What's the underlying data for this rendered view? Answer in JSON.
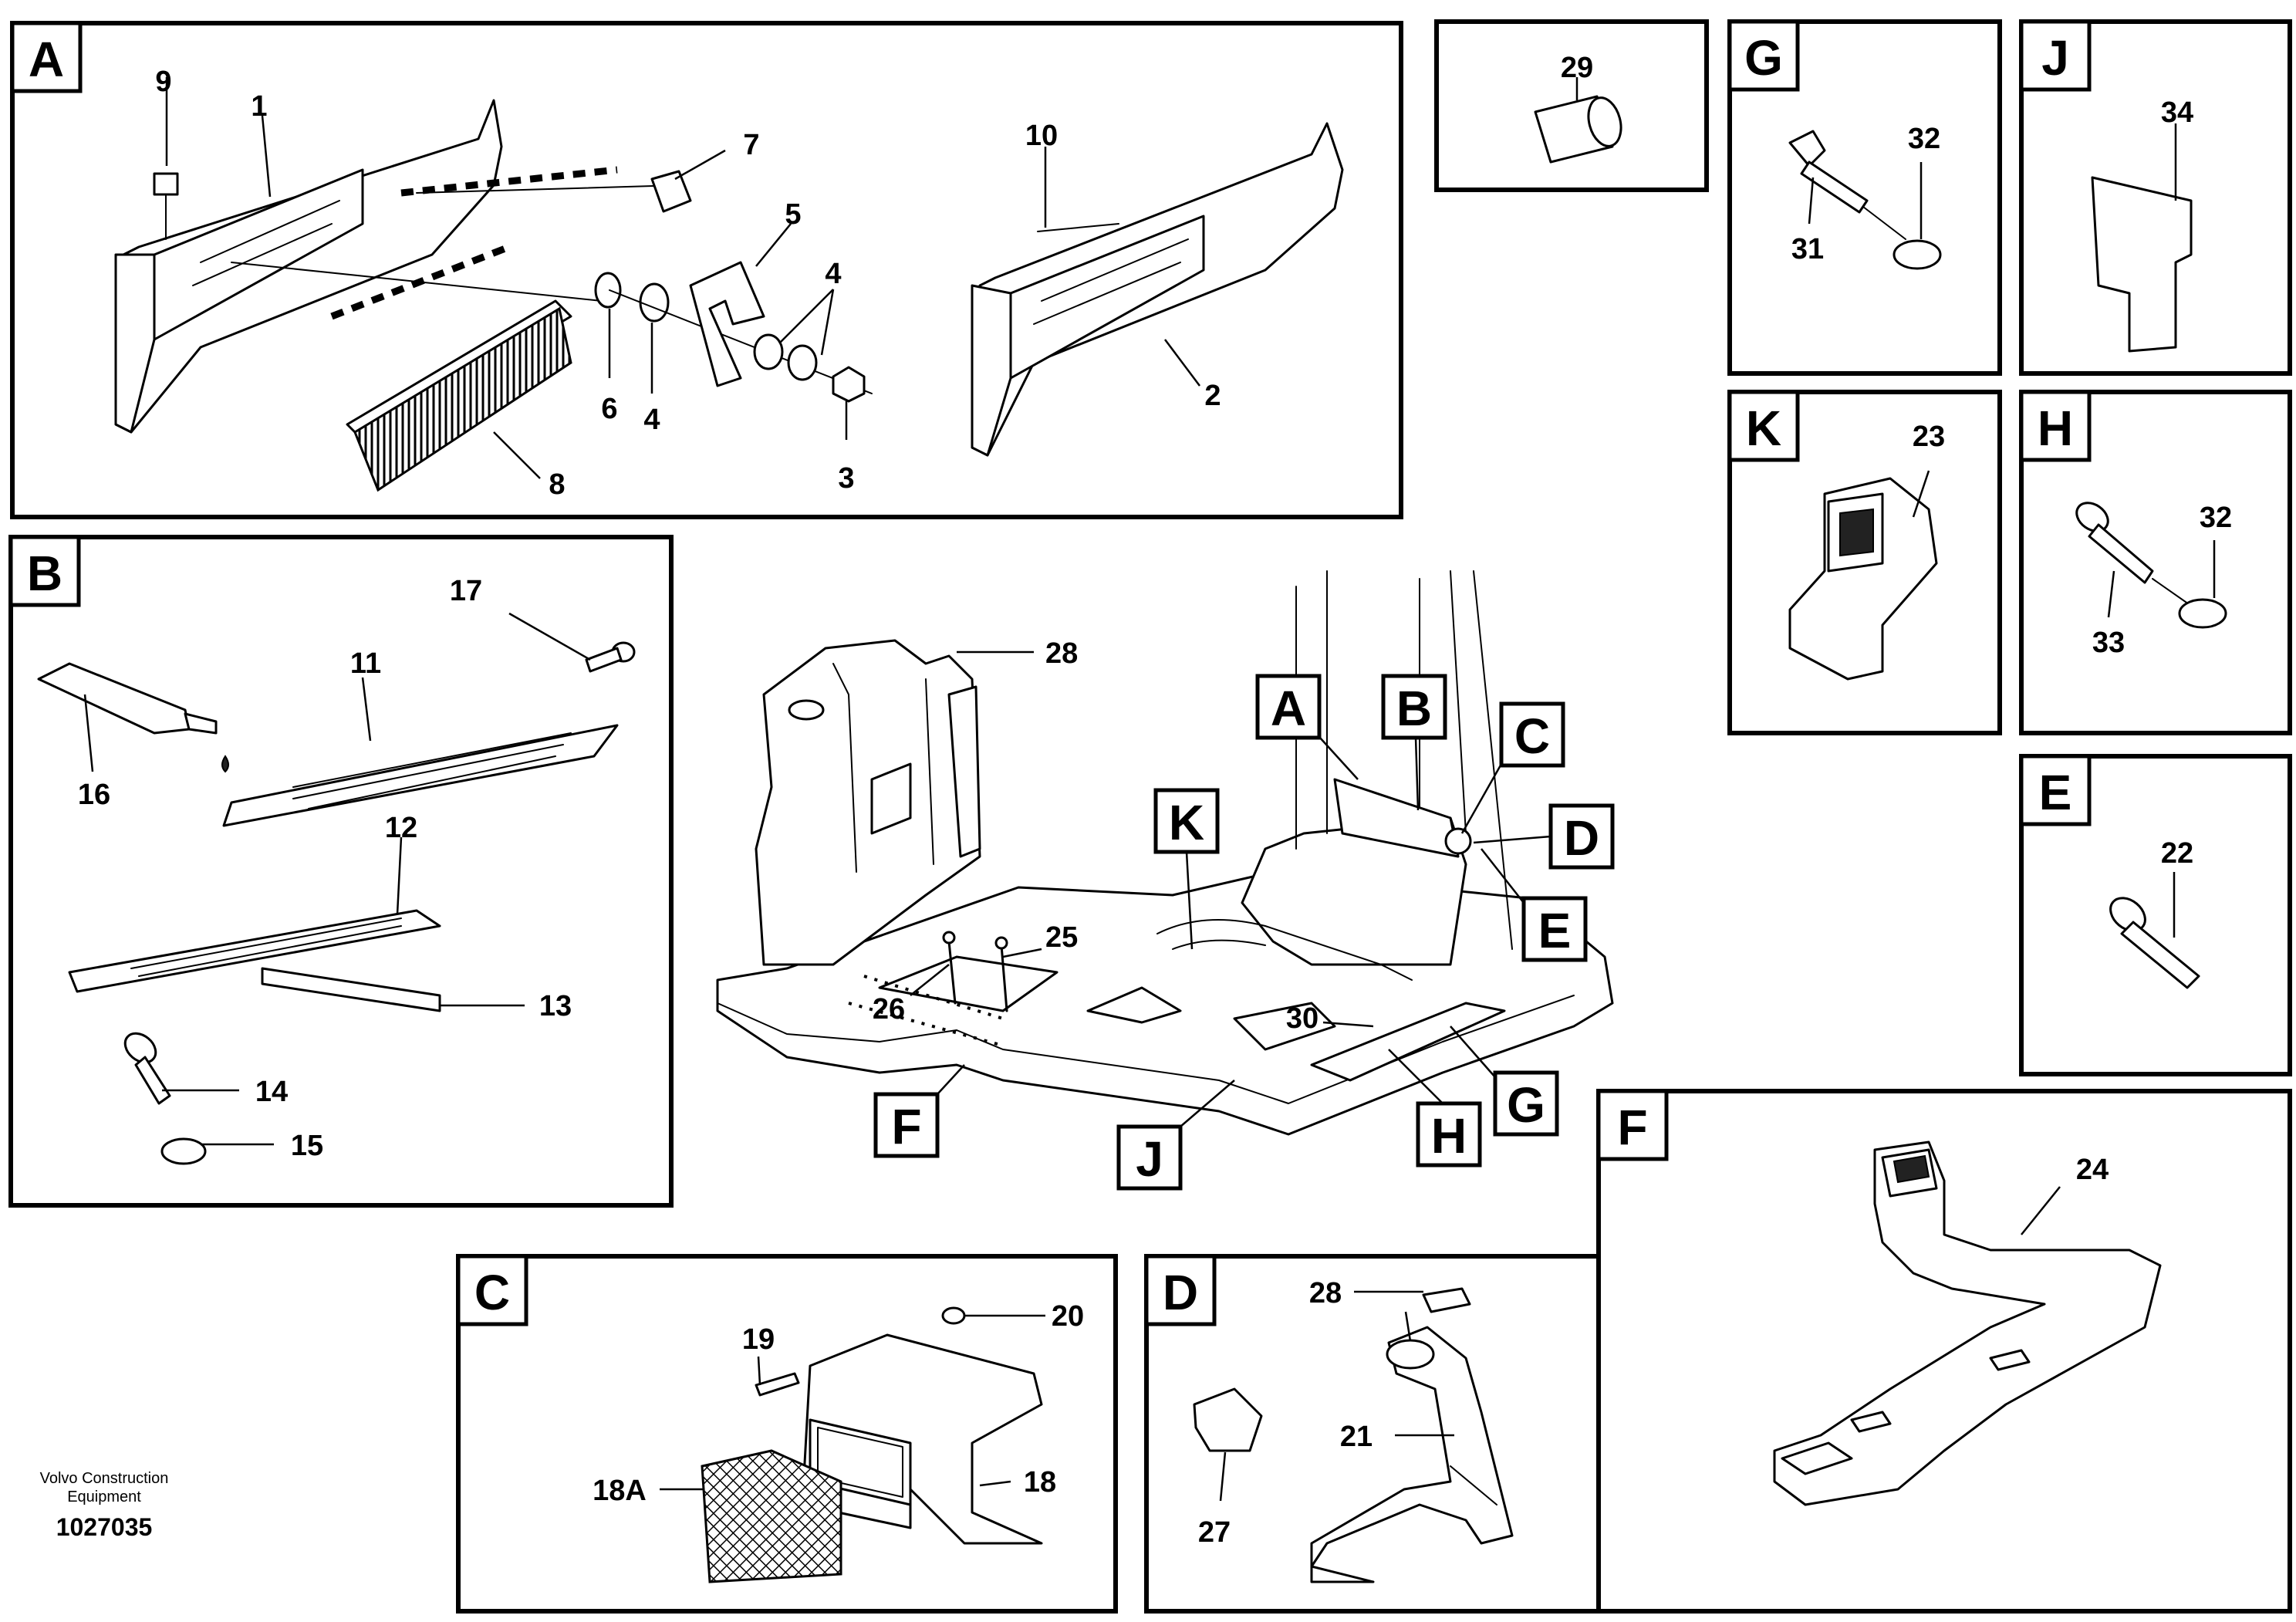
{
  "panels": {
    "A": {
      "tag": "A",
      "callouts": {
        "c1": "1",
        "c2": "2",
        "c3": "3",
        "c4a": "4",
        "c4b": "4",
        "c5": "5",
        "c6": "6",
        "c7": "7",
        "c8": "8",
        "c9": "9",
        "c10": "10"
      }
    },
    "B": {
      "tag": "B",
      "callouts": {
        "c11": "11",
        "c12": "12",
        "c13": "13",
        "c14": "14",
        "c15": "15",
        "c16": "16",
        "c17": "17"
      }
    },
    "C": {
      "tag": "C",
      "callouts": {
        "c18": "18",
        "c18a": "18A",
        "c19": "19",
        "c20": "20"
      }
    },
    "D": {
      "tag": "D",
      "callouts": {
        "c21": "21",
        "c27": "27",
        "c28": "28"
      }
    },
    "E": {
      "tag": "E",
      "callouts": {
        "c22": "22"
      }
    },
    "F": {
      "tag": "F",
      "callouts": {
        "c24": "24"
      }
    },
    "G": {
      "tag": "G",
      "callouts": {
        "c31": "31",
        "c32": "32"
      }
    },
    "H": {
      "tag": "H",
      "callouts": {
        "c32": "32",
        "c33": "33"
      }
    },
    "J": {
      "tag": "J",
      "callouts": {
        "c34": "34"
      }
    },
    "K": {
      "tag": "K",
      "callouts": {
        "c23": "23"
      }
    },
    "P29": {
      "callouts": {
        "c29": "29"
      }
    }
  },
  "overview": {
    "callouts": {
      "c25": "25",
      "c26": "26",
      "c28": "28",
      "c30": "30"
    },
    "pointers": {
      "A": "A",
      "B": "B",
      "C": "C",
      "D": "D",
      "E": "E",
      "F": "F",
      "G": "G",
      "H": "H",
      "J": "J",
      "K": "K"
    }
  },
  "footer": {
    "brand_line1": "Volvo Construction",
    "brand_line2": "Equipment",
    "drawing_number": "1027035"
  }
}
